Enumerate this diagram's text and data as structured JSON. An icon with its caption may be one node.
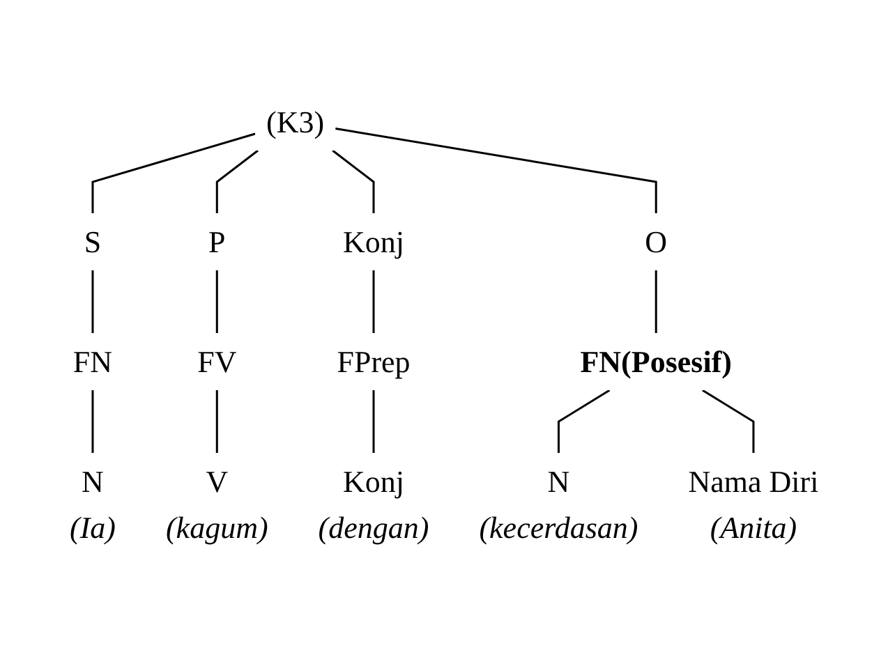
{
  "diagram": {
    "nodes": [
      {
        "text": [
          "(K3)"
        ]
      },
      {
        "text": [
          "S"
        ]
      },
      {
        "text": [
          "P"
        ]
      },
      {
        "text": [
          "Konj"
        ]
      },
      {
        "text": [
          "O"
        ]
      },
      {
        "text": [
          "FN"
        ]
      },
      {
        "text": [
          "FV"
        ]
      },
      {
        "text": [
          "FPrep"
        ]
      },
      {
        "text": [
          "FN(Posesif)"
        ]
      },
      {
        "text": [
          "N",
          "(Ia)"
        ]
      },
      {
        "text": [
          "V",
          "(kagum)"
        ]
      },
      {
        "text": [
          "Konj",
          "(dengan)"
        ]
      },
      {
        "text": [
          "N",
          "(kecerdasan)"
        ]
      },
      {
        "text": [
          "Nama Diri",
          "(Anita)"
        ]
      }
    ],
    "edges": [
      {
        "from": 0,
        "to": 1,
        "arrow": "none"
      },
      {
        "from": 0,
        "to": 2,
        "arrow": "none"
      },
      {
        "from": 0,
        "to": 3,
        "arrow": "none"
      },
      {
        "from": 0,
        "to": 4,
        "arrow": "none"
      },
      {
        "from": 1,
        "to": 5,
        "arrow": "none"
      },
      {
        "from": 2,
        "to": 6,
        "arrow": "none"
      },
      {
        "from": 3,
        "to": 7,
        "arrow": "none"
      },
      {
        "from": 4,
        "to": 8,
        "arrow": "none"
      },
      {
        "from": 5,
        "to": 9,
        "arrow": "none"
      },
      {
        "from": 6,
        "to": 10,
        "arrow": "none"
      },
      {
        "from": 7,
        "to": 11,
        "arrow": "none"
      },
      {
        "from": 8,
        "to": 12,
        "arrow": "none"
      },
      {
        "from": 8,
        "to": 13,
        "arrow": "none"
      }
    ]
  }
}
